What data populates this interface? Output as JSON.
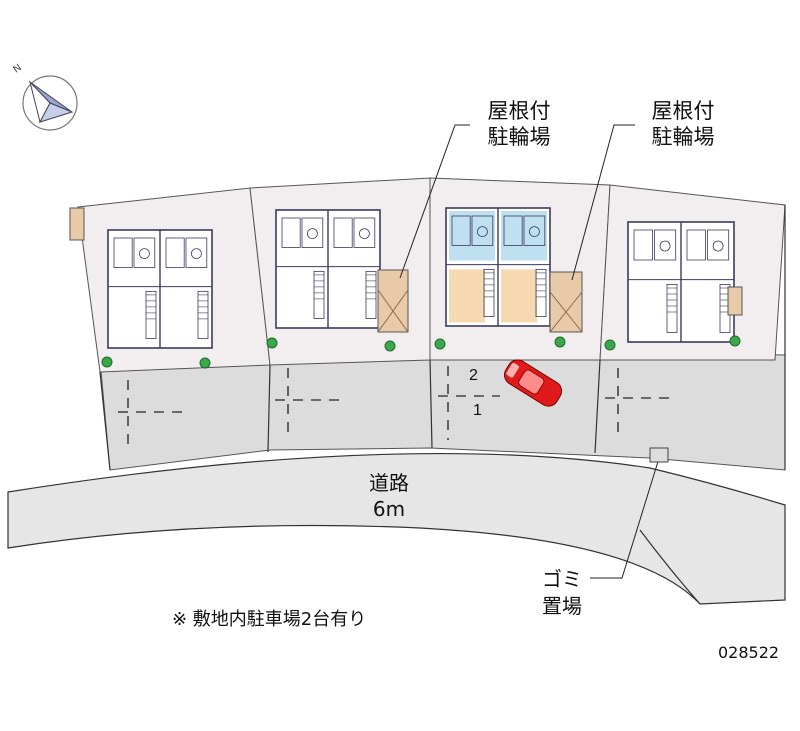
{
  "labels": {
    "bike_parking_1": [
      "屋根付",
      "駐輪場"
    ],
    "bike_parking_2": [
      "屋根付",
      "駐輪場"
    ],
    "road": [
      "道路",
      "6m"
    ],
    "garbage": [
      "ゴミ",
      "置場"
    ],
    "note": "※ 敷地内駐車場2台有り",
    "property_code": "028522"
  },
  "parking_spaces": [
    "2",
    "1"
  ],
  "colors": {
    "ground": "#dcdcdc",
    "lot": "#f2eef0",
    "building_line": "#3a3a60",
    "room_fill": "#ffffff",
    "highlight_water": "#bfe0f0",
    "highlight_room": "#f6d9b0",
    "bike_roof": "#e8c9a8",
    "car": "#e01a1a",
    "tree": "#3aa84a"
  }
}
